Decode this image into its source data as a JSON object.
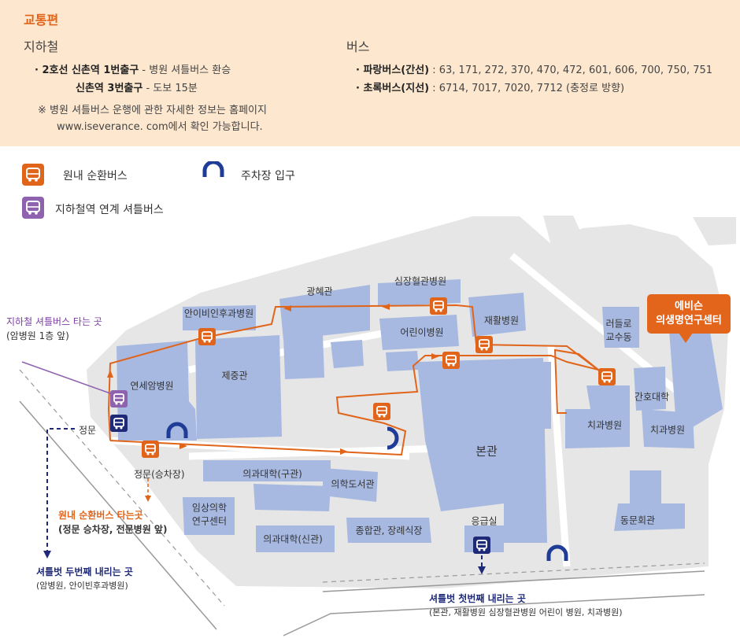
{
  "info": {
    "title": "교통편",
    "subway": {
      "heading": "지하철",
      "line1_bold": "· 2호선 신촌역 1번출구",
      "line1_rest": " - 병원 셔틀버스 환승",
      "line2_bold": "신촌역 3번출구",
      "line2_rest": " - 도보 15분",
      "note1": "※ 병원 셔틀버스 운행에 관한 자세한 정보는 홈페이지",
      "note2": "www.iseverance. com에서 확인 가능합니다."
    },
    "bus": {
      "heading": "버스",
      "line1_bold": "· 파랑버스(간선)",
      "line1_rest": " : 63, 171, 272, 370, 470, 472, 601, 606, 700, 750, 751",
      "line2_bold": "· 초록버스(지선)",
      "line2_rest": " : 6714, 7017, 7020, 7712 (충정로 방향)"
    }
  },
  "legend": {
    "campus_bus": "원내 순환버스",
    "parking": "주차장 입구",
    "subway_shuttle": "지하철역 연계 셔틀버스"
  },
  "colors": {
    "orange": "#e0641a",
    "purple": "#8e62ae",
    "navy": "#1e2a78",
    "building": "#a7b9e0",
    "road": "#e6e6e6",
    "info_bg": "#fde7cf"
  },
  "icons": {
    "bus": "bus-icon",
    "parking": "parking-entrance-icon"
  },
  "map": {
    "callout_line1": "에비슨",
    "callout_line2": "의생명연구센터",
    "buildings": {
      "gwanghye": "광혜관",
      "heart": "심장혈관병원",
      "ahn": "안이비인후과병원",
      "rehab": "재활병원",
      "children": "어린이병원",
      "rudlo1": "러들로",
      "rudlo2": "교수동",
      "cancer": "연세암병원",
      "jejung": "제중관",
      "nursing": "간호대학",
      "dental1": "치과병원",
      "dental2": "치과병원",
      "main": "본관",
      "medcollege_old": "의과대학(구관)",
      "medlib": "의학도서관",
      "clinical1": "임상의학",
      "clinical2": "연구센터",
      "medcollege_new": "의과대학(신관)",
      "union": "종합관, 장례식장",
      "emergency": "응급실",
      "alumni": "동문회관"
    },
    "labels": {
      "subway_stop_title": "지하철 셔틀버스 타는 곳",
      "subway_stop_sub": "(암병원 1층 앞)",
      "main_gate": "정문",
      "main_gate_stop": "정문(승차장)",
      "campus_stop_title": "원내 순환버스 타는곳",
      "campus_stop_sub": "(정문 승차장, 전문병원 앞)",
      "drop2_title": "셔틀벗 두번째 내리는 곳",
      "drop2_sub": "(암병원, 안이빈후과병원)",
      "drop1_title": "셔틀벗 첫번째 내리는 곳",
      "drop1_sub": "(본관, 재활병원 심장혈관병원 어린이 병원, 치과병원)"
    }
  }
}
